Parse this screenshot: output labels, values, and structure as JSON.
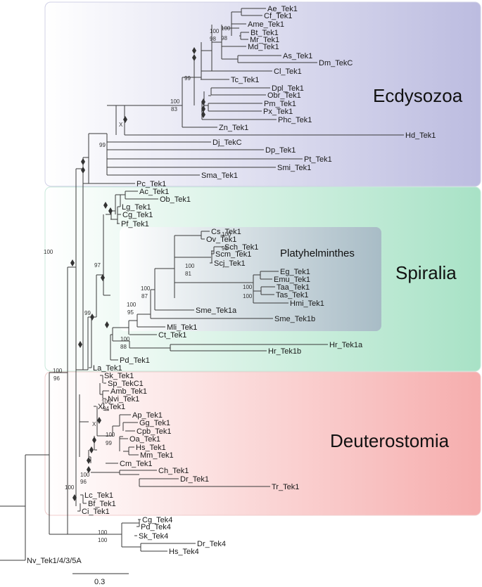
{
  "clades": {
    "ecdysozoa": "Ecdysozoa",
    "spiralia": "Spiralia",
    "platyhelminthes": "Platyhelminthes",
    "deuterostomia": "Deuterostomia"
  },
  "colors": {
    "ecdysozoa_bg": "#c5c5e3",
    "spiralia_bg": "#b9e6cf",
    "platy_bg": "#b3c6cf",
    "deutero_bg": "#f7b9b9",
    "branch": "#3a3a3a",
    "marker": "#333333"
  },
  "scale_bar": {
    "label": "0.3"
  },
  "taxa": [
    "Ae_Tek1",
    "Cf_Tek1",
    "Ame_Tek1",
    "Bt_Tek1",
    "Mr_Tek1",
    "Md_Tek1",
    "As_Tek1",
    "Dm_TekC",
    "Cl_Tek1",
    "Tc_Tek1",
    "Dpl_Tek1",
    "Obr_Tek1",
    "Pm_Tek1",
    "Px_Tek1",
    "Phc_Tek1",
    "Zn_Tek1",
    "Hd_Tek1",
    "Dj_TekC",
    "Dp_Tek1",
    "Pt_Tek1",
    "Smi_Tek1",
    "Sma_Tek1",
    "Pc_Tek1",
    "Ac_Tek1",
    "Ob_Tek1",
    "Lg_Tek1",
    "Cg_Tek1",
    "Pf_Tek1",
    "Cs_Tek1",
    "Ov_Tek1",
    "Sch_Tek1",
    "Scm_Tek1",
    "Scj_Tek1",
    "Eg_Tek1",
    "Emu_Tek1",
    "Taa_Tek1",
    "Tas_Tek1",
    "Hmi_Tek1",
    "Sme_Tek1a",
    "Sme_Tek1b",
    "Mli_Tek1",
    "Ct_Tek1",
    "Hr_Tek1a",
    "Hr_Tek1b",
    "Pd_Tek1",
    "La_Tek1",
    "Sk_Tek1",
    "Sp_TekC1",
    "Amb_Tek1",
    "Nvi_Tek1",
    "Xl_Tek1",
    "Ap_Tek1",
    "Gg_Tek1",
    "Cpb_Tek1",
    "Oa_Tek1",
    "Hs_Tek1",
    "Mm_Tek1",
    "Cm_Tek1",
    "Ch_Tek1",
    "Dr_Tek1",
    "Tr_Tek1",
    "Lc_Tek1",
    "Bf_Tek1",
    "Ci_Tek1",
    "Cg_Tek4",
    "Pd_Tek4",
    "Sk_Tek4",
    "Dr_Tek4",
    "Hs_Tek4",
    "Nv_Tek1/4/3/5A"
  ],
  "support": [
    "100",
    "98",
    "100",
    "98",
    "99",
    "100",
    "83",
    "X",
    "99",
    "100",
    "98",
    "100",
    "81",
    "100",
    "100",
    "100",
    "87",
    "100",
    "95",
    "97",
    "99",
    "100",
    "88",
    "100",
    "100",
    "96",
    "100",
    "94",
    "X",
    "100",
    "99",
    "100",
    "96",
    "100",
    "100",
    "100"
  ]
}
